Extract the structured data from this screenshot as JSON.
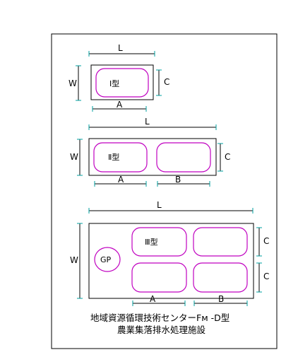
{
  "labels": {
    "L": "L",
    "W": "W",
    "C": "C",
    "A": "A",
    "B": "B"
  },
  "types": {
    "type1": "Ⅰ型",
    "type2": "Ⅱ型",
    "type3": "Ⅲ型"
  },
  "gp": "GP",
  "caption": {
    "line1": "地域資源循環技術センターFм -D型",
    "line2": "農業集落排水処理施設"
  },
  "colors": {
    "basin": "#c000c0",
    "extension": "#00a0a0",
    "line": "#000000"
  }
}
